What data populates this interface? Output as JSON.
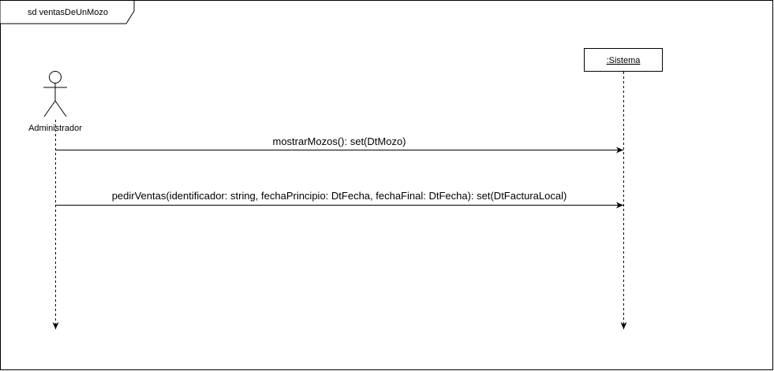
{
  "diagram": {
    "frame_title": "sd ventasDeUnMozo",
    "actor": {
      "label": "Administrador"
    },
    "lifeline": {
      "label": ":Sistema"
    },
    "messages": [
      {
        "label": "mostrarMozos(): set(DtMozo)"
      },
      {
        "label": "pedirVentas(identificador: string, fechaPrincipio: DtFecha, fechaFinal: DtFecha): set(DtFacturaLocal)"
      }
    ]
  }
}
